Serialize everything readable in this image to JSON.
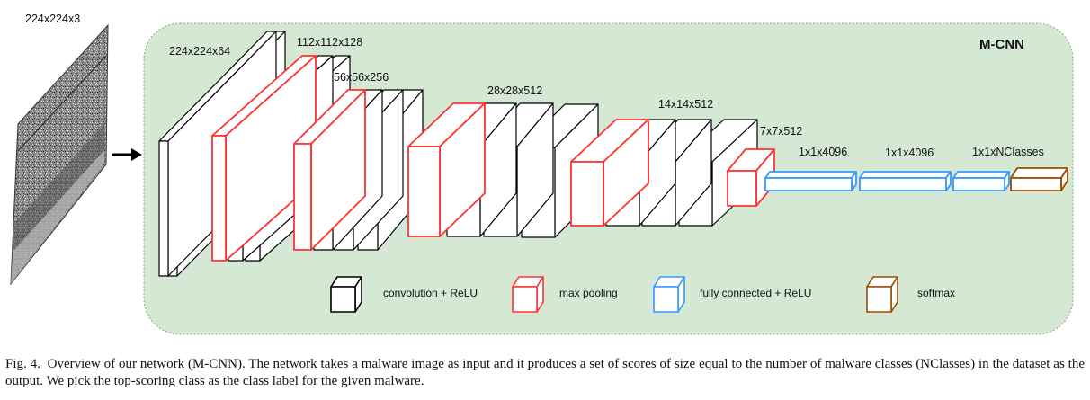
{
  "figure": {
    "title": "M-CNN",
    "input_label": "224x224x3",
    "colors": {
      "panel_fill": "#d5e8d4",
      "panel_border": "#82b366",
      "convolution": "#000000",
      "max_pooling": "#ff3333",
      "fully_connected": "#3399ff",
      "softmax": "#994c00"
    },
    "stages": [
      {
        "label": "224x224x64",
        "layers": [
          "conv",
          "conv"
        ]
      },
      {
        "label": "112x112x128",
        "layers": [
          "pool",
          "conv",
          "conv"
        ]
      },
      {
        "label": "56x56x256",
        "layers": [
          "pool",
          "conv",
          "conv",
          "conv"
        ]
      },
      {
        "label": "28x28x512",
        "layers": [
          "pool",
          "conv",
          "conv",
          "conv"
        ]
      },
      {
        "label": "14x14x512",
        "layers": [
          "pool",
          "conv",
          "conv",
          "conv"
        ]
      },
      {
        "label": "7x7x512",
        "layers": [
          "pool"
        ]
      },
      {
        "label": "1x1x4096",
        "layers": [
          "fc"
        ]
      },
      {
        "label": "1x1x4096",
        "layers": [
          "fc"
        ]
      },
      {
        "label": "1x1xNClasses",
        "layers": [
          "fc",
          "softmax"
        ]
      }
    ],
    "legend": [
      {
        "key": "conv",
        "label": "convolution + ReLU"
      },
      {
        "key": "pool",
        "label": "max pooling"
      },
      {
        "key": "fc",
        "label": "fully connected + ReLU"
      },
      {
        "key": "softmax",
        "label": "softmax"
      }
    ]
  },
  "caption": {
    "prefix": "Fig. 4.",
    "text": "Overview of our network (M-CNN). The network takes a malware image as input and it produces a set of scores of size equal to the number of malware classes (NClasses) in the dataset as the output. We pick the top-scoring class as the class label for the given malware."
  }
}
